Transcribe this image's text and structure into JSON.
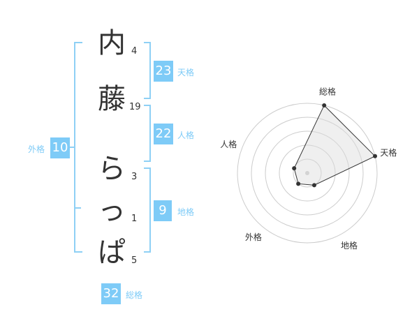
{
  "name": {
    "chars": [
      {
        "char": "内",
        "strokes": "4"
      },
      {
        "char": "藤",
        "strokes": "19"
      },
      {
        "char": "ら",
        "strokes": "3"
      },
      {
        "char": "っ",
        "strokes": "1"
      },
      {
        "char": "ぱ",
        "strokes": "5"
      }
    ]
  },
  "fortunes": {
    "tenkaku": {
      "value": "23",
      "label": "天格"
    },
    "jinkaku": {
      "value": "22",
      "label": "人格"
    },
    "chikaku": {
      "value": "9",
      "label": "地格"
    },
    "gaikaku": {
      "value": "10",
      "label": "外格"
    },
    "soukaku": {
      "value": "32",
      "label": "総格"
    }
  },
  "colors": {
    "accent": "#7ecbf7",
    "bracket": "#8ed0f5",
    "text": "#333333"
  },
  "chart_data": {
    "type": "radar",
    "axes": [
      "総格",
      "天格",
      "地格",
      "外格",
      "人格"
    ],
    "values": [
      5,
      5,
      1,
      1,
      1
    ],
    "rmax": 5,
    "rings": 5,
    "grid": true
  }
}
